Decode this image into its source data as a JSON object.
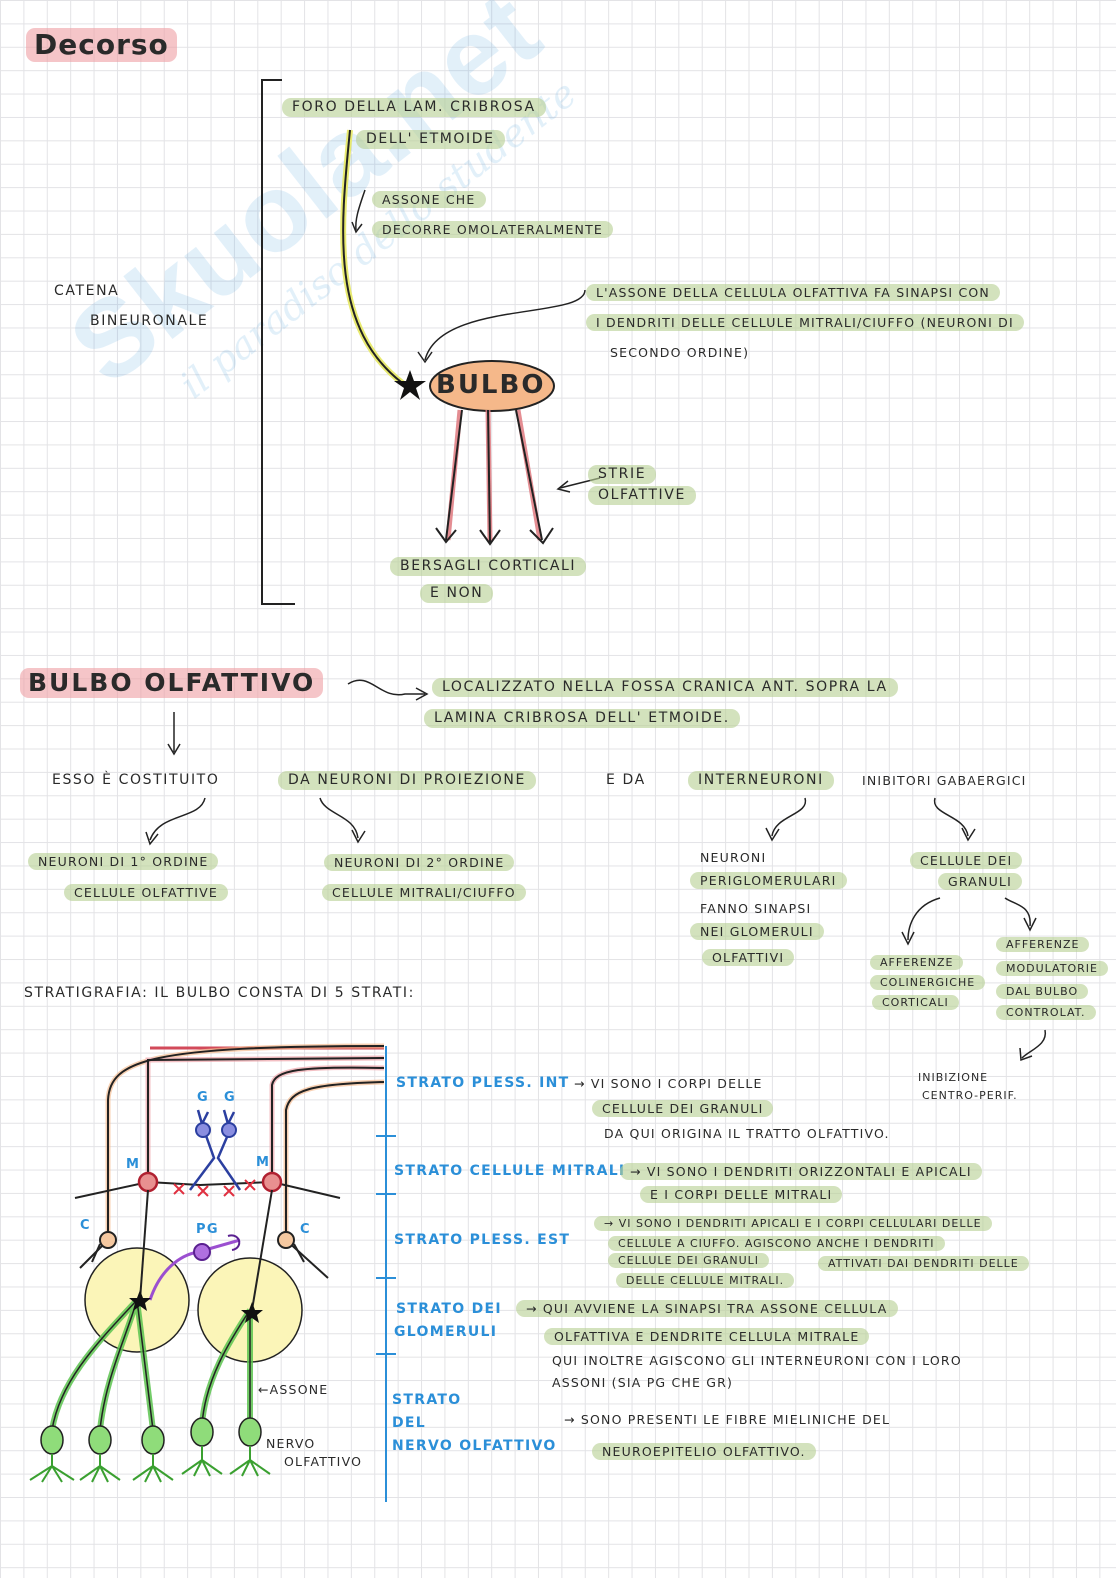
{
  "watermark": {
    "brand": "Skuola.net",
    "tagline": "il paradiso dello studente"
  },
  "decorso": {
    "title": "Decorso",
    "foro": [
      "Foro della lam. cribrosa",
      "dell' etmoide"
    ],
    "assone": [
      "assone che",
      "decorre omolateralmente"
    ],
    "catena": [
      "catena",
      "bineuronale"
    ],
    "sinapsi_note": [
      "l'assone della cellula olfattiva fa sinapsi con",
      "i dendriti delle cellule mitrali/ciuffo (neuroni di",
      "secondo ordine)"
    ],
    "bulbo": "Bulbo",
    "strie": [
      "strie",
      "olfattive"
    ],
    "bersagli": [
      "bersagli corticali",
      "e non"
    ]
  },
  "bulbo_olfattivo": {
    "title": "Bulbo olfattivo",
    "localizzato": [
      "localizzato nella fossa cranica ant. sopra la",
      "lamina cribrosa dell' etmoide."
    ],
    "costituito": {
      "esso": "esso è costituito",
      "proiezione": "da neuroni di proiezione",
      "e_da": "e da",
      "interneuroni": "interneuroni",
      "inibitori": "inibitori gabaergici"
    },
    "primo_ordine": [
      "neuroni di 1° ordine",
      "cellule olfattive"
    ],
    "secondo_ordine": [
      "neuroni di 2° ordine",
      "cellule mitrali/ciuffo"
    ],
    "periglomerulari": [
      "neuroni",
      "periglomerulari",
      "fanno sinapsi",
      "nei glomeruli",
      "olfattivi"
    ],
    "granuli": [
      "cellule dei",
      "granuli"
    ],
    "afferenze_cortic": [
      "afferenze",
      "colinergiche",
      "corticali"
    ],
    "afferenze_mod": [
      "afferenze",
      "modulatorie",
      "dal bulbo",
      "controlat."
    ],
    "inibizione": [
      "inibizione",
      "centro-perif."
    ],
    "stratigrafia": "stratigrafia: il bulbo consta di 5 strati:"
  },
  "diagram_labels": {
    "g1": "G",
    "g2": "G",
    "m1": "M",
    "m2": "M",
    "c1": "C",
    "c2": "C",
    "pg": "PG",
    "assone": "←assone",
    "nervo": [
      "nervo",
      "olfattivo"
    ]
  },
  "strati": [
    {
      "name": "strato pless. int",
      "desc": [
        "→ vi sono i corpi delle",
        "cellule dei granuli",
        "da qui origina il tratto olfattivo."
      ]
    },
    {
      "name": "strato cellule mitrali",
      "desc": [
        "→ vi sono i dendriti orizzontali e apicali",
        "e i corpi delle mitrali"
      ]
    },
    {
      "name": "strato pless. est",
      "desc": [
        "→ vi sono i dendriti apicali e i corpi cellulari delle",
        "cellule a ciuffo. agiscono anche i dendriti",
        "cellule dei granuli",
        "attivati dai dendriti delle",
        "delle cellule mitrali."
      ]
    },
    {
      "name": [
        "strato dei",
        "glomeruli"
      ],
      "desc": [
        "→ qui avviene la sinapsi tra assone cellula",
        "olfattiva e dendrite cellula mitrale",
        "qui inoltre agiscono gli interneuroni con i loro",
        "assoni (sia PG che GR)"
      ]
    },
    {
      "name": [
        "strato",
        "del",
        "nervo olfattivo"
      ],
      "desc": [
        "→ sono presenti le fibre mieliniche del",
        "neuroepitelio olfattivo."
      ]
    }
  ],
  "colors": {
    "highlight_green": "#b8d194",
    "highlight_pink": "#ee9ea4",
    "layer_blue": "#2b8fd8",
    "bulb_fill": "#f5b88a",
    "arrow_red": "#e07a80",
    "neuron_green": "#5cc450",
    "glomerulus_yellow": "#fbf5b8"
  }
}
